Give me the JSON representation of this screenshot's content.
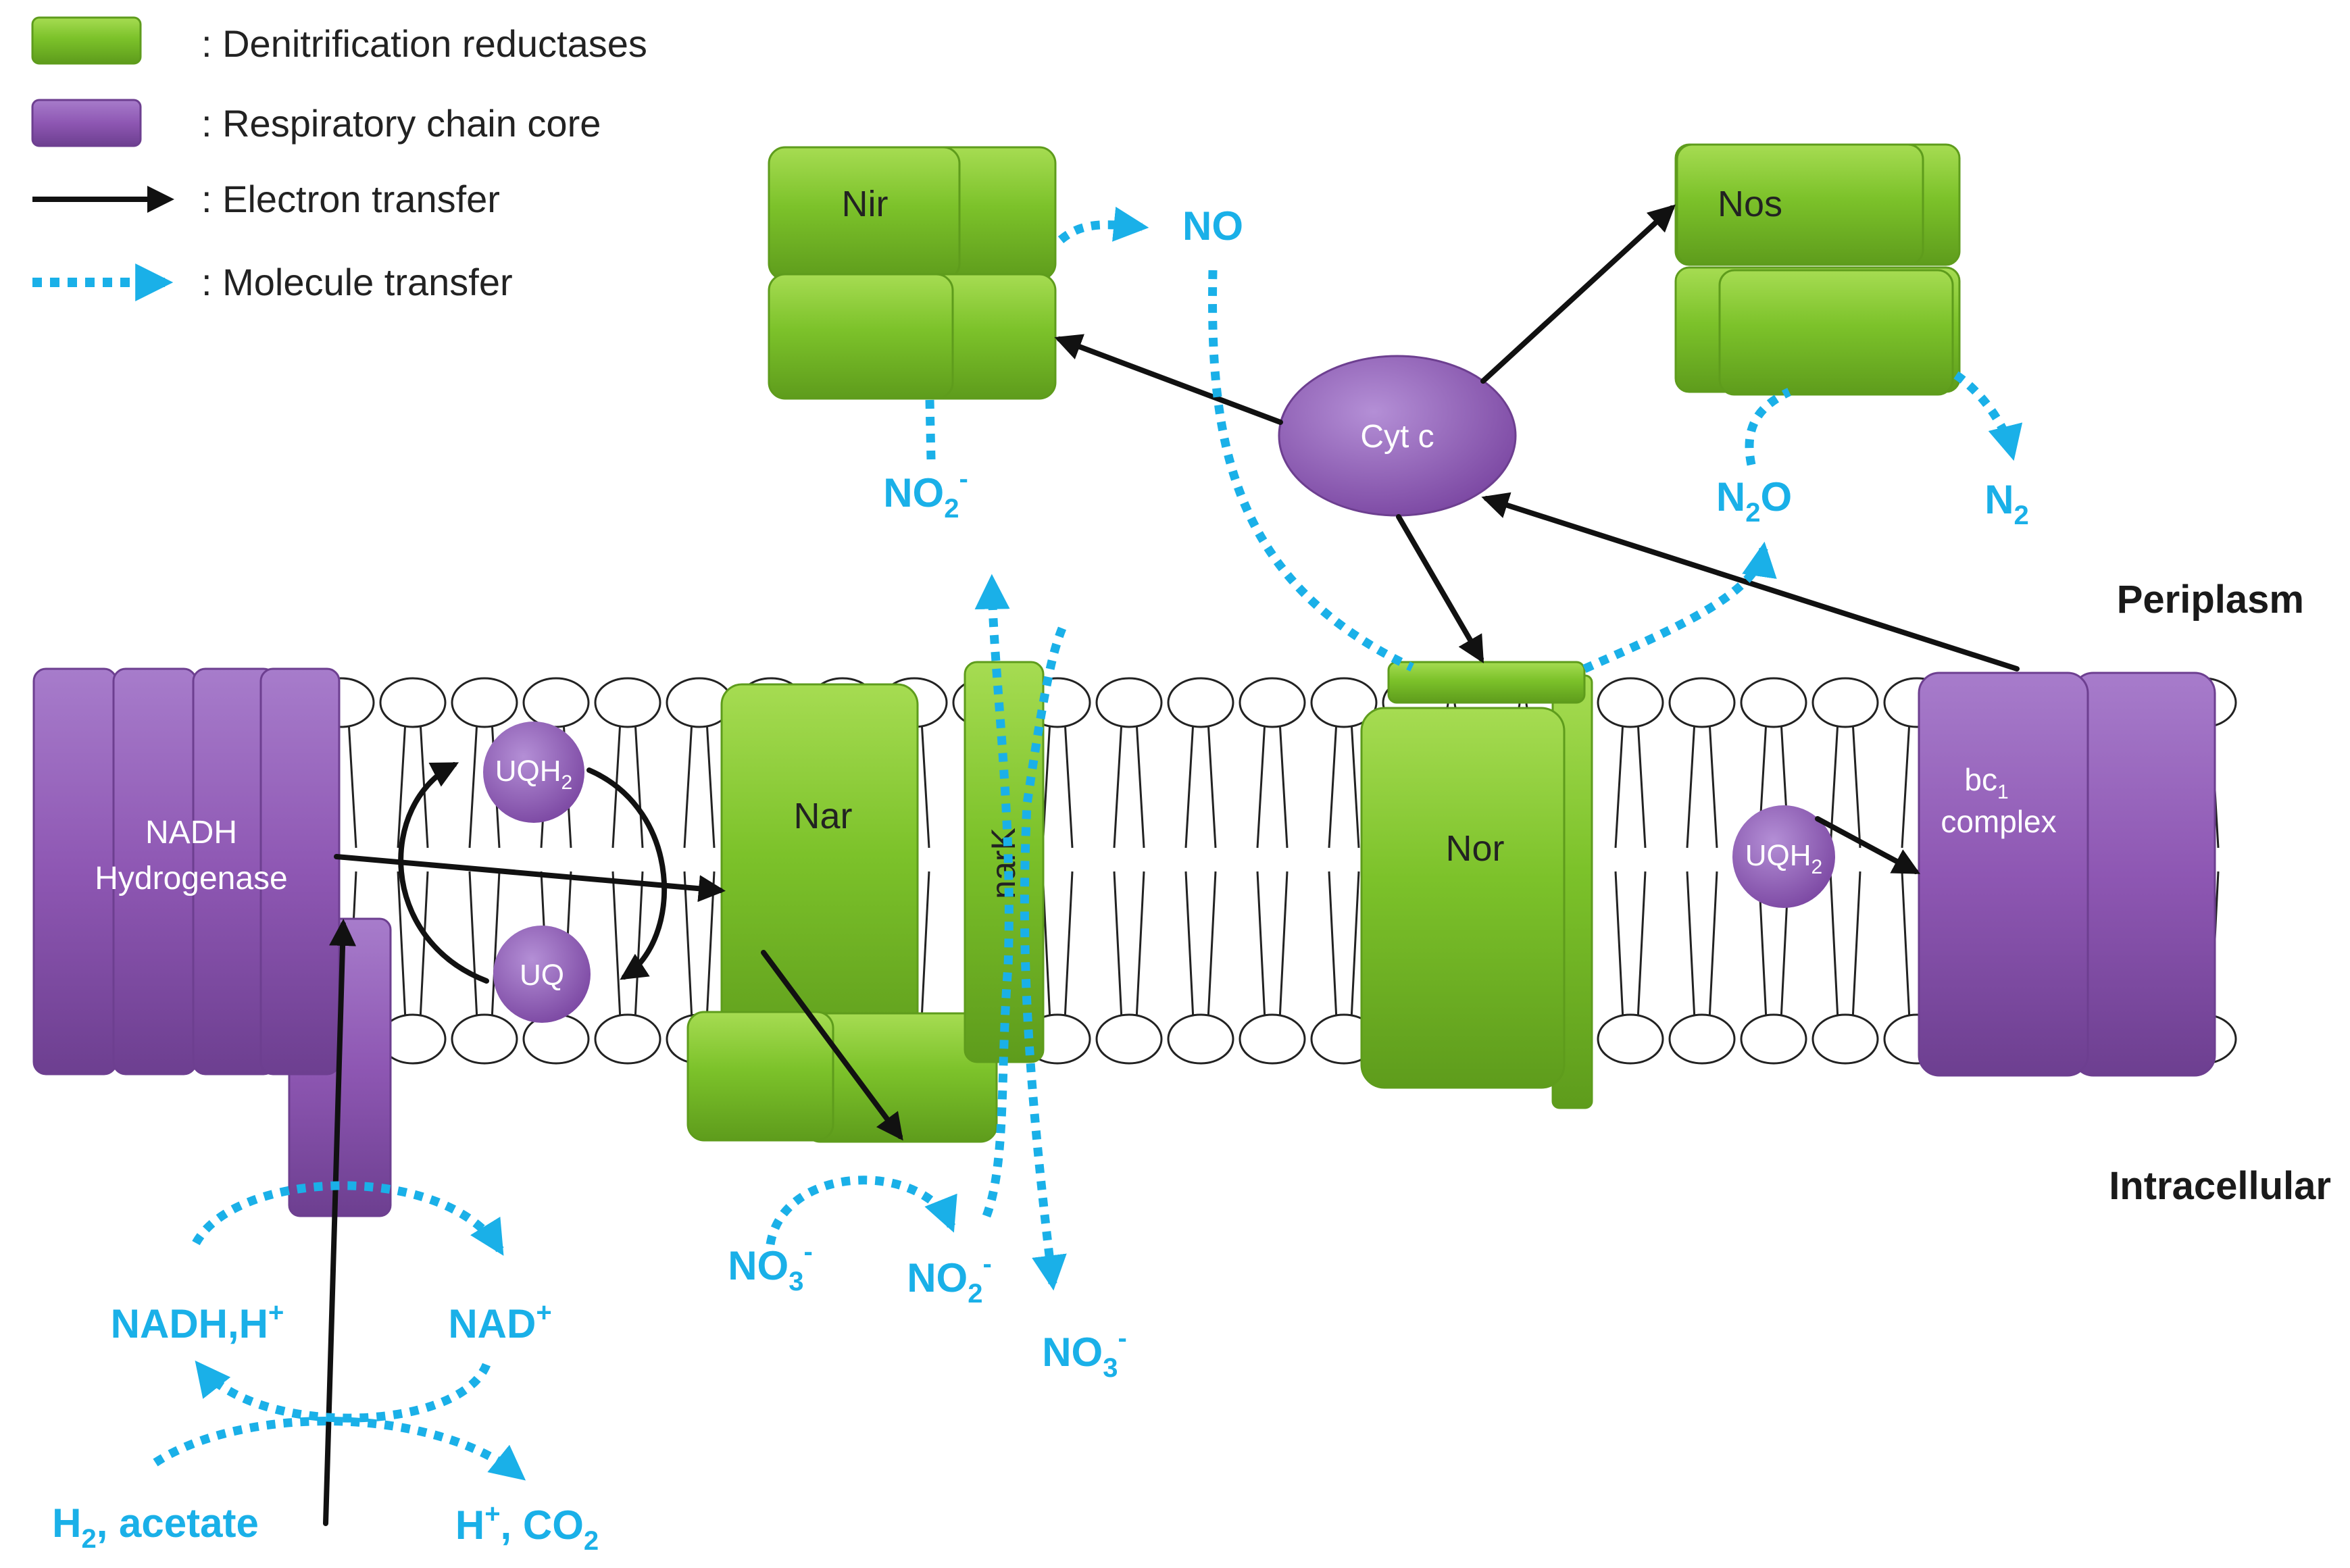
{
  "colors": {
    "reductase_green": "#7cc22a",
    "respiratory_purple": "#8e57b3",
    "electron_arrow": "#111111",
    "molecule_arrow": "#1ab0e8"
  },
  "legend": [
    {
      "swatch": "green-box",
      "label": ": Denitrification reductases"
    },
    {
      "swatch": "purple-box",
      "label": ": Respiratory chain core"
    },
    {
      "swatch": "solid-arrow",
      "label": ": Electron transfer"
    },
    {
      "swatch": "dotted-arrow",
      "label": ": Molecule transfer"
    }
  ],
  "compartments": {
    "periplasm": "Periplasm",
    "intracellular": "Intracellular"
  },
  "enzymes": {
    "nadh": {
      "line1": "NADH",
      "line2": "Hydrogenase"
    },
    "nar": "Nar",
    "nark": "narK",
    "nor": "Nor",
    "nir": "Nir",
    "nos": "Nos",
    "cytc": "Cyt c",
    "bc1": {
      "main": "bc",
      "sub": "1",
      "line2": "complex"
    },
    "uqh2_left": {
      "main": "UQH",
      "sub": "2"
    },
    "uq": "UQ",
    "uqh2_right": {
      "main": "UQH",
      "sub": "2"
    }
  },
  "molecules": {
    "no": "NO",
    "no2_peri": {
      "main": "NO",
      "sub": "2",
      "sup": "-"
    },
    "n2o": {
      "a": "N",
      "sub": "2",
      "b": "O"
    },
    "n2": {
      "main": "N",
      "sub": "2"
    },
    "no3_in": {
      "main": "NO",
      "sub": "3",
      "sup": "-"
    },
    "no2_in": {
      "main": "NO",
      "sub": "2",
      "sup": "-"
    },
    "no3_out": {
      "main": "NO",
      "sub": "3",
      "sup": "-"
    },
    "nadh_h": {
      "main": "NADH,H",
      "sup": "+"
    },
    "nad": {
      "main": "NAD",
      "sup": "+"
    },
    "h2_acetate": {
      "a": "H",
      "sub": "2",
      "b": ", acetate"
    },
    "h_co2": {
      "a": "H",
      "sup": "+",
      "b": ", CO",
      "sub": "2"
    }
  }
}
